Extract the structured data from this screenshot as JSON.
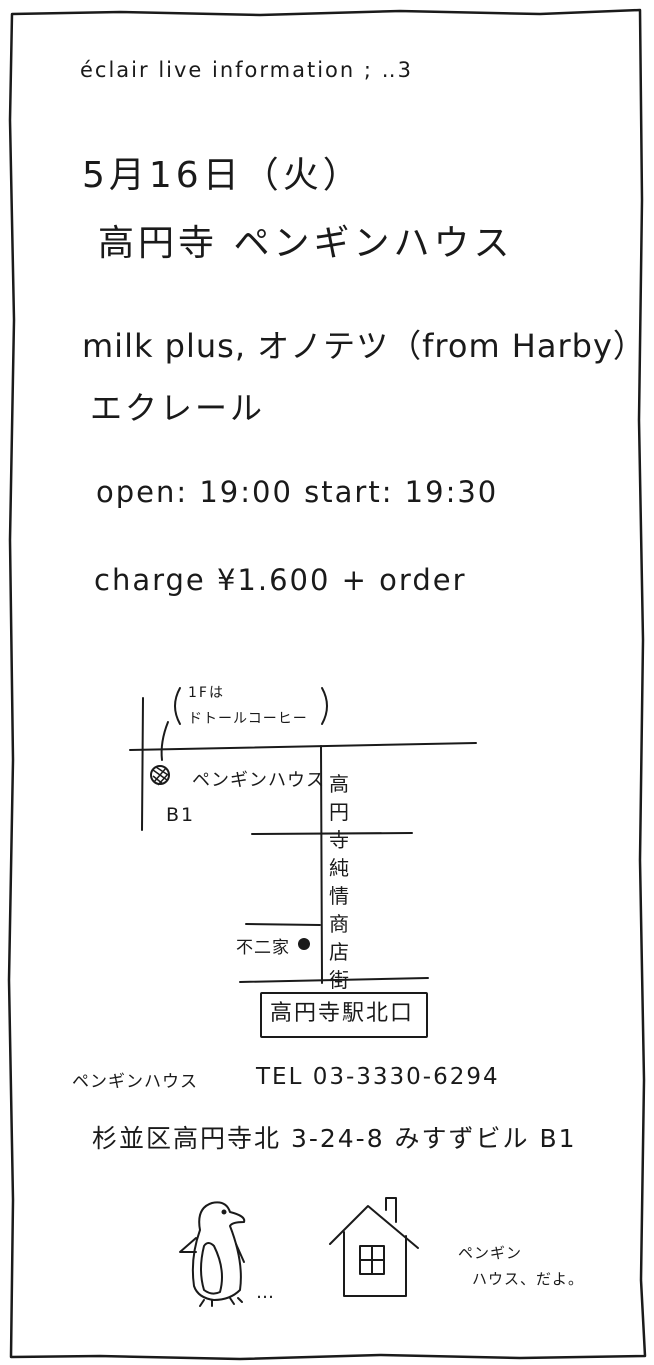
{
  "header": "éclair live information ; ‥3",
  "event": {
    "date": "5月16日（火）",
    "venue": "高円寺 ペンギンハウス",
    "acts_line1": "milk plus, オノテツ（from Harby）",
    "acts_line2": "エクレール",
    "times": "open: 19:00   start: 19:30",
    "charge": "charge  ¥1.600 + order"
  },
  "map": {
    "note_line1": "1Fは",
    "note_line2": "ドトールコーヒー",
    "venue_label": "ペンギンハウス",
    "floor_label": "B1",
    "shop_label": "不二家",
    "street_label": "高円寺純情商店街",
    "station_label": "高円寺駅北口"
  },
  "contact": {
    "name": "ペンギンハウス",
    "tel": "TEL 03-3330-6294",
    "address": "杉並区高円寺北 3-24-8 みすずビル B1"
  },
  "footer": {
    "dots": "…",
    "caption_line1": "ペンギン",
    "caption_line2": "ハウス、だよ。"
  }
}
